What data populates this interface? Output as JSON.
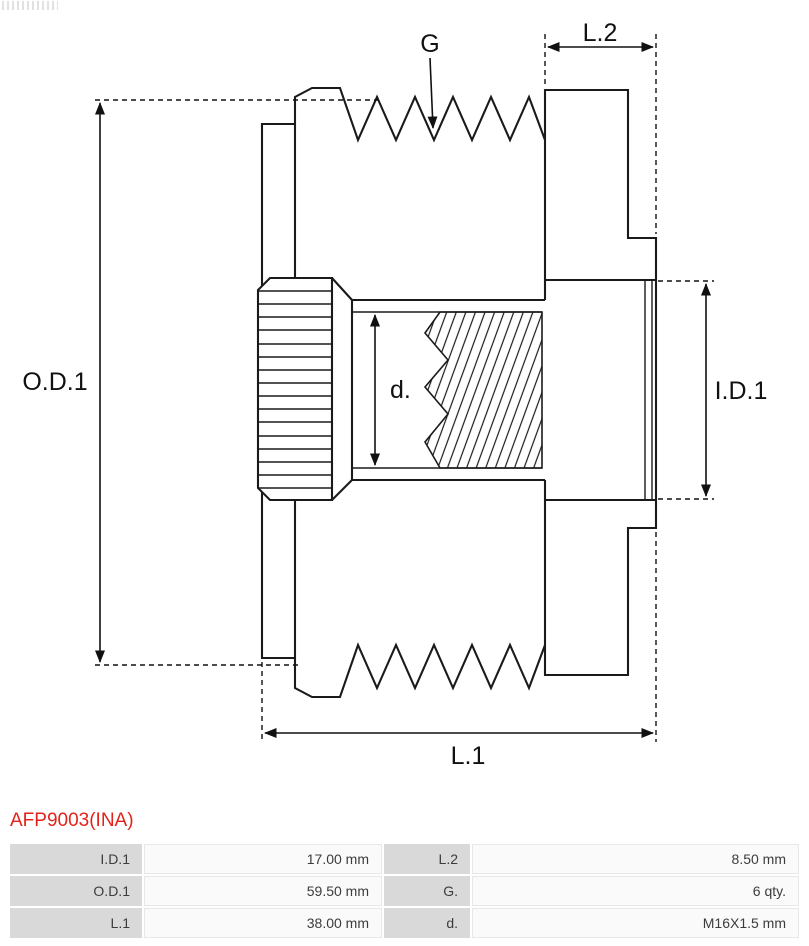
{
  "drawing": {
    "labels": {
      "g": "G",
      "l2": "L.2",
      "od1": "O.D.1",
      "id1": "I.D.1",
      "d": "d.",
      "l1": "L.1"
    }
  },
  "part_number": "AFP9003(INA)",
  "colors": {
    "part_number_red": "#e2231a",
    "drawing_line": "#1a1a1a",
    "table_label_background": "#d9d9d9",
    "table_value_background": "#fafafa"
  },
  "spec_table": {
    "rows": [
      {
        "label_a": "I.D.1",
        "value_a": "17.00 mm",
        "label_b": "L.2",
        "value_b": "8.50 mm"
      },
      {
        "label_a": "O.D.1",
        "value_a": "59.50 mm",
        "label_b": "G.",
        "value_b": "6 qty."
      },
      {
        "label_a": "L.1",
        "value_a": "38.00 mm",
        "label_b": "d.",
        "value_b": "M16X1.5 mm"
      }
    ]
  }
}
